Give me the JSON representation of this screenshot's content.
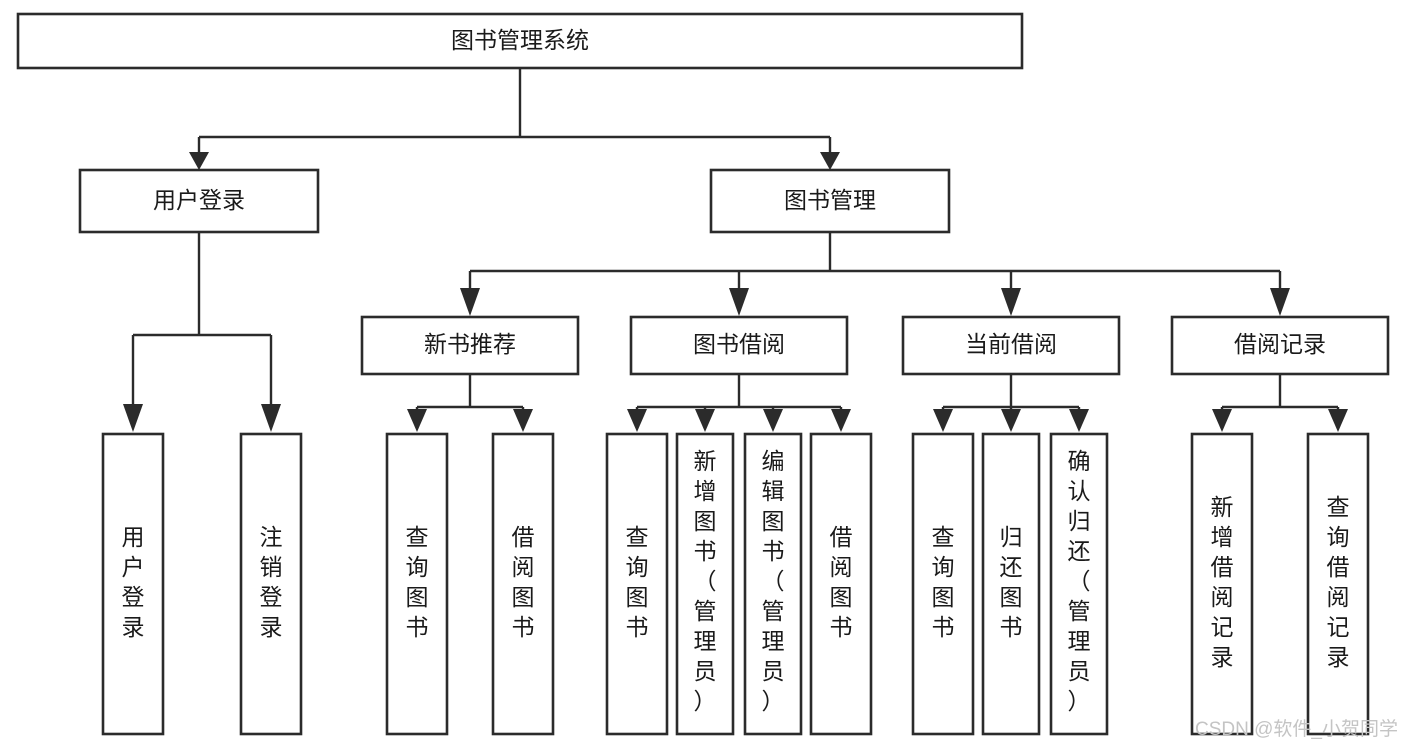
{
  "diagram": {
    "title": "图书管理系统",
    "type": "hierarchy-tree",
    "root": {
      "id": "root",
      "label": "图书管理系统",
      "orientation": "horizontal"
    },
    "level2": [
      {
        "id": "user-login",
        "label": "用户登录",
        "orientation": "horizontal"
      },
      {
        "id": "book-manage",
        "label": "图书管理",
        "orientation": "horizontal"
      }
    ],
    "level3": [
      {
        "id": "new-book-recommend",
        "label": "新书推荐",
        "orientation": "horizontal",
        "parent": "book-manage"
      },
      {
        "id": "book-borrow",
        "label": "图书借阅",
        "orientation": "horizontal",
        "parent": "book-manage"
      },
      {
        "id": "current-borrow",
        "label": "当前借阅",
        "orientation": "horizontal",
        "parent": "book-manage"
      },
      {
        "id": "borrow-record",
        "label": "借阅记录",
        "orientation": "horizontal",
        "parent": "book-manage"
      }
    ],
    "leaves": [
      {
        "id": "leaf-user-login",
        "label": "用户登录",
        "orientation": "vertical",
        "parent": "user-login",
        "align": "middle"
      },
      {
        "id": "leaf-logout",
        "label": "注销登录",
        "orientation": "vertical",
        "parent": "user-login",
        "align": "middle"
      },
      {
        "id": "leaf-query-book-1",
        "label": "查询图书",
        "orientation": "vertical",
        "parent": "new-book-recommend",
        "align": "middle"
      },
      {
        "id": "leaf-borrow-book-1",
        "label": "借阅图书",
        "orientation": "vertical",
        "parent": "new-book-recommend",
        "align": "middle"
      },
      {
        "id": "leaf-query-book-2",
        "label": "查询图书",
        "orientation": "vertical",
        "parent": "book-borrow",
        "align": "middle"
      },
      {
        "id": "leaf-add-book",
        "label": "新增图书（管理员）",
        "orientation": "vertical",
        "parent": "book-borrow",
        "align": "top"
      },
      {
        "id": "leaf-edit-book",
        "label": "编辑图书（管理员）",
        "orientation": "vertical",
        "parent": "book-borrow",
        "align": "top"
      },
      {
        "id": "leaf-borrow-book-2",
        "label": "借阅图书",
        "orientation": "vertical",
        "parent": "book-borrow",
        "align": "middle"
      },
      {
        "id": "leaf-query-book-3",
        "label": "查询图书",
        "orientation": "vertical",
        "parent": "current-borrow",
        "align": "middle"
      },
      {
        "id": "leaf-return-book",
        "label": "归还图书",
        "orientation": "vertical",
        "parent": "current-borrow",
        "align": "middle"
      },
      {
        "id": "leaf-confirm-return",
        "label": "确认归还（管理员）",
        "orientation": "vertical",
        "parent": "current-borrow",
        "align": "top"
      },
      {
        "id": "leaf-add-record",
        "label": "新增借阅记录",
        "orientation": "vertical",
        "parent": "borrow-record",
        "align": "middle"
      },
      {
        "id": "leaf-query-record",
        "label": "查询借阅记录",
        "orientation": "vertical",
        "parent": "borrow-record",
        "align": "middle"
      }
    ],
    "watermark": "CSDN @软件_小贺同学",
    "colors": {
      "background": "#ffffff",
      "stroke": "#2b2b2b",
      "fill": "#ffffff",
      "text": "#1a1a1a",
      "watermark": "#c4c4c4"
    }
  }
}
